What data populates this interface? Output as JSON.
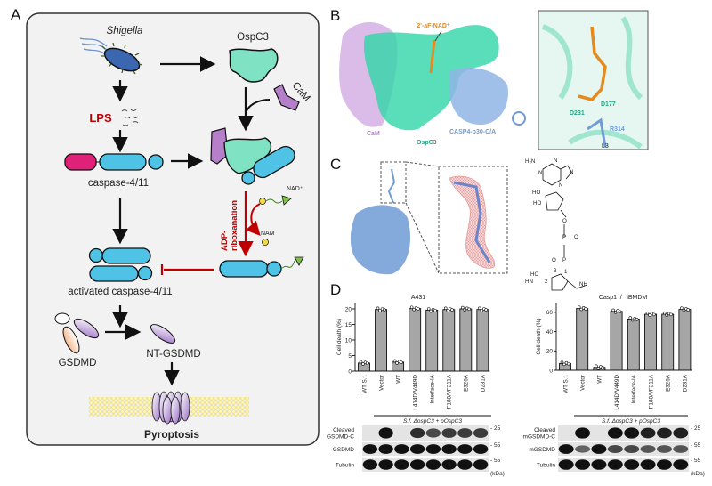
{
  "panels": {
    "a": {
      "letter": "A",
      "shigella": "Shigella",
      "ospc3": "OspC3",
      "cam": "CaM",
      "lps": "LPS",
      "caspase": "caspase-4/11",
      "adp_line1": "ADP-",
      "adp_line2": "riboxanation",
      "nad": "NAD⁺",
      "nam": "NAM",
      "activated": "activated caspase-4/11",
      "gsdmd": "GSDMD",
      "nt_gsdmd": "NT-GSDMD",
      "pyroptosis": "Pyroptosis"
    },
    "b": {
      "letter": "B",
      "ligand": "2'-aF-NAD⁺",
      "cam": "CaM",
      "ospc3": "OspC3",
      "casp4": "CASP4-p30-C/A",
      "d231": "D231",
      "d177": "D177",
      "r314": "R314",
      "l3": "L3"
    },
    "c": {
      "letter": "C",
      "chem": {
        "h2n": "H₂N",
        "n1": "N",
        "n2": "N",
        "n3": "N",
        "n4": "N",
        "ho1": "HO",
        "ho2": "HO",
        "ho3": "HO",
        "o1": "O",
        "o2": "O",
        "o3": "O",
        "p1": "P",
        "p2": "P",
        "nh": "NH",
        "hn": "HN",
        "c2": "2",
        "c3": "3",
        "c1": "1"
      }
    },
    "d": {
      "letter": "D"
    }
  },
  "chart_data": [
    {
      "type": "bar",
      "title": "A431",
      "ylabel": "Cell death (%)",
      "ylim": [
        0,
        22
      ],
      "yticks": [
        0,
        5,
        10,
        15,
        20
      ],
      "categories": [
        "WT S.f.",
        "Vector",
        "WT",
        "L414D/V449D",
        "Interface-IA",
        "F188A/F211A",
        "E326A",
        "D231A"
      ],
      "values": [
        2.6,
        19.8,
        2.9,
        20.1,
        19.6,
        19.8,
        20.0,
        19.8
      ],
      "group_label": "S.f. ΔospC3 + pOspC3",
      "blot": {
        "rows": [
          {
            "label1": "Cleaved",
            "label2": "GSDMD-C",
            "marker": "- 25",
            "bands": [
              0,
              1,
              0,
              0.8,
              0.6,
              0.7,
              0.7,
              0.7
            ]
          },
          {
            "label1": "GSDMD",
            "label2": "",
            "marker": "- 55",
            "bands": [
              1,
              1,
              1,
              1,
              1,
              1,
              1,
              1
            ]
          },
          {
            "label1": "Tubulin",
            "label2": "",
            "marker": "- 55",
            "bands": [
              1,
              1,
              1,
              1,
              1,
              1,
              1,
              1
            ]
          }
        ],
        "unit": "(kDa)"
      }
    },
    {
      "type": "bar",
      "title": "Casp1⁻/⁻ iBMDM",
      "ylabel": "Cell death (%)",
      "ylim": [
        0,
        70
      ],
      "yticks": [
        0,
        20,
        40,
        60
      ],
      "categories": [
        "WT S.f.",
        "Vector",
        "WT",
        "L414D/V449D",
        "Interface-IA",
        "F188A/F211A",
        "E326A",
        "D231A"
      ],
      "values": [
        7,
        64,
        3,
        61,
        53,
        58,
        58,
        63
      ],
      "group_label": "S.f. ΔospC3 + pOspC3",
      "blot": {
        "rows": [
          {
            "label1": "Cleaved",
            "label2": "mGSDMD-C",
            "marker": "- 25",
            "bands": [
              0,
              1,
              0,
              1,
              1,
              0.9,
              0.9,
              0.9
            ]
          },
          {
            "label1": "mGSDMD",
            "label2": "",
            "marker": "- 55",
            "bands": [
              1,
              0.4,
              1,
              0.6,
              0.6,
              0.5,
              0.5,
              0.5
            ]
          },
          {
            "label1": "Tubulin",
            "label2": "",
            "marker": "- 55",
            "bands": [
              1,
              1,
              1,
              1,
              1,
              1,
              1,
              1
            ]
          }
        ],
        "unit": "(kDa)"
      }
    }
  ],
  "colors": {
    "red": "#c00000",
    "cyan": "#4ec3e6",
    "teal": "#2fd6a8",
    "purple": "#b57fc9",
    "blue": "#6f9bd6",
    "orange": "#e58a1f",
    "bar": "#a6a6a6"
  }
}
